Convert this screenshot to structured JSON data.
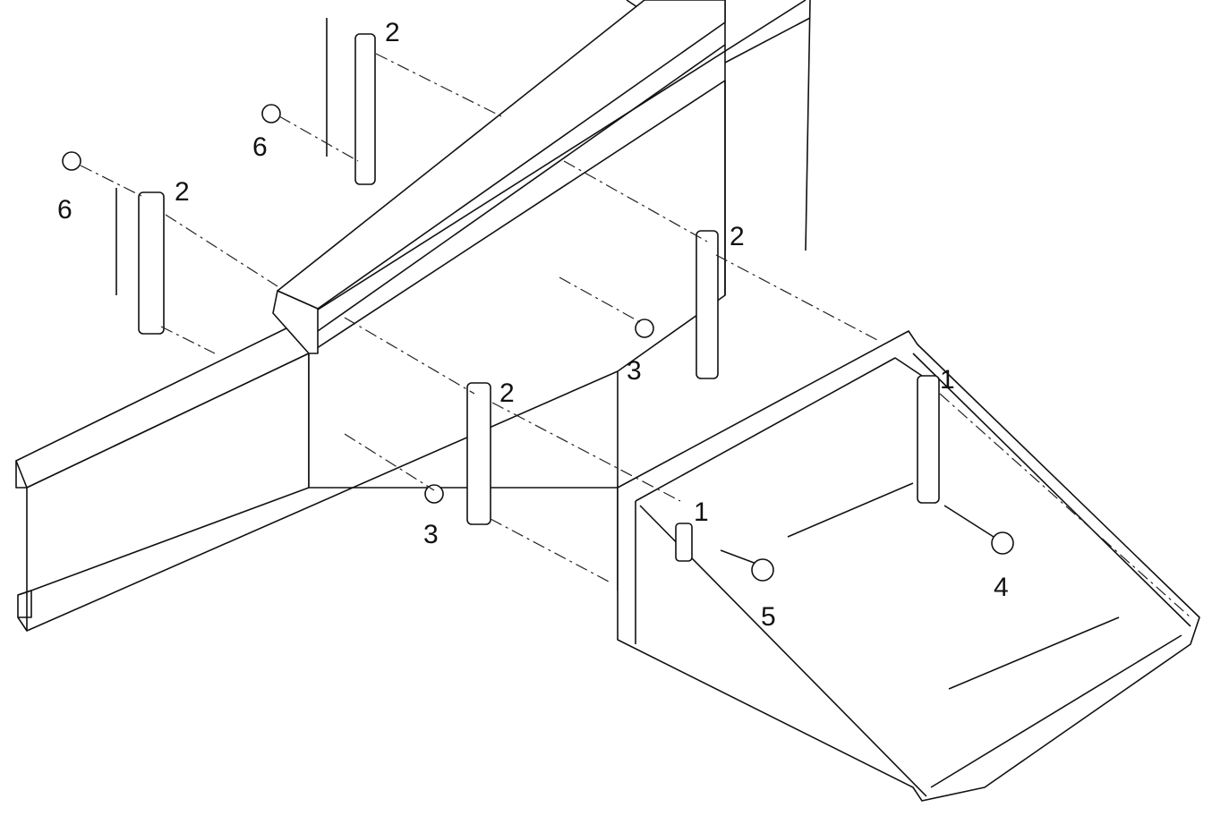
{
  "diagram": {
    "type": "exploded-assembly",
    "callouts": [
      {
        "id": "c1",
        "label": "2"
      },
      {
        "id": "c2",
        "label": "6"
      },
      {
        "id": "c3",
        "label": "6"
      },
      {
        "id": "c4",
        "label": "2"
      },
      {
        "id": "c5",
        "label": "2"
      },
      {
        "id": "c6",
        "label": "3"
      },
      {
        "id": "c7",
        "label": "2"
      },
      {
        "id": "c8",
        "label": "1"
      },
      {
        "id": "c9",
        "label": "3"
      },
      {
        "id": "c10",
        "label": "1"
      },
      {
        "id": "c11",
        "label": "5"
      },
      {
        "id": "c12",
        "label": "4"
      }
    ]
  }
}
